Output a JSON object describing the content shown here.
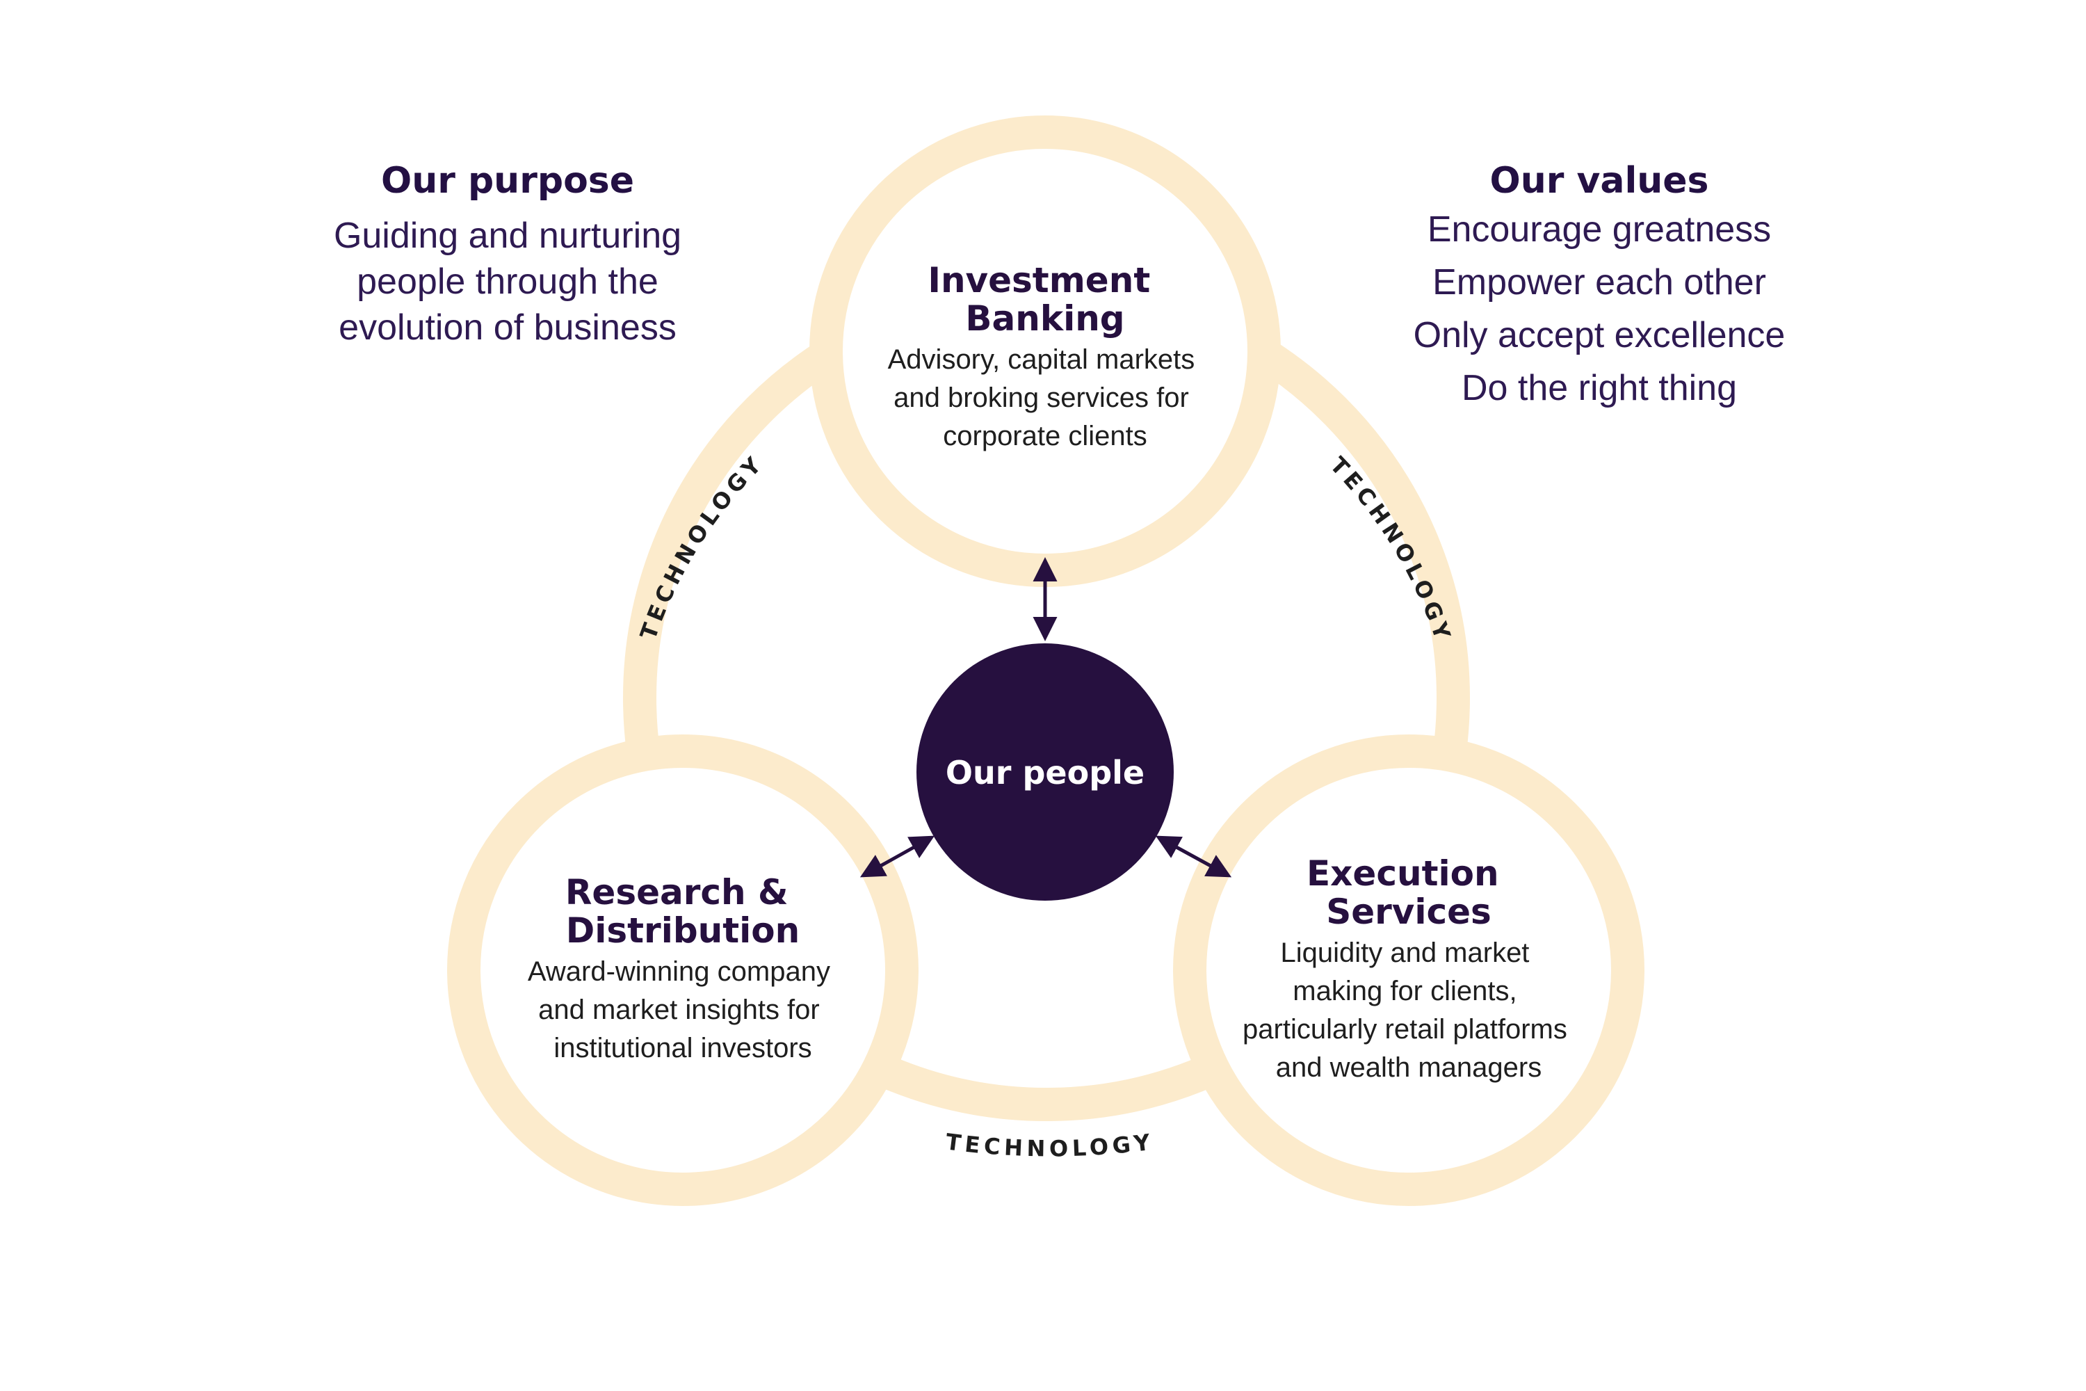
{
  "purpose": {
    "title": "Our purpose",
    "lines": [
      "Guiding and nurturing",
      "people through the",
      "evolution of business"
    ]
  },
  "values": {
    "title": "Our values",
    "items": [
      "Encourage greatness",
      "Empower each other",
      "Only accept excellence",
      "Do the right thing"
    ]
  },
  "center": {
    "label": "Our people"
  },
  "nodes": {
    "investment": {
      "title_lines": [
        "Investment",
        "Banking"
      ],
      "desc_lines": [
        "Advisory, capital markets",
        "and broking services for",
        "corporate clients"
      ]
    },
    "research": {
      "title_lines": [
        "Research &",
        "Distribution"
      ],
      "desc_lines": [
        "Award-winning company",
        "and market insights for",
        "institutional investors"
      ]
    },
    "execution": {
      "title_lines": [
        "Execution",
        "Services"
      ],
      "desc_lines": [
        "Liquidity and market",
        "making for clients,",
        "particularly retail platforms",
        "and wealth managers"
      ]
    }
  },
  "technology_labels": {
    "left": "TECHNOLOGY",
    "right": "TECHNOLOGY",
    "bottom": "TECHNOLOGY"
  },
  "colors": {
    "ring": "#fcebcc",
    "navy": "#26103f",
    "text": "#1e1e1e",
    "white": "#ffffff"
  }
}
